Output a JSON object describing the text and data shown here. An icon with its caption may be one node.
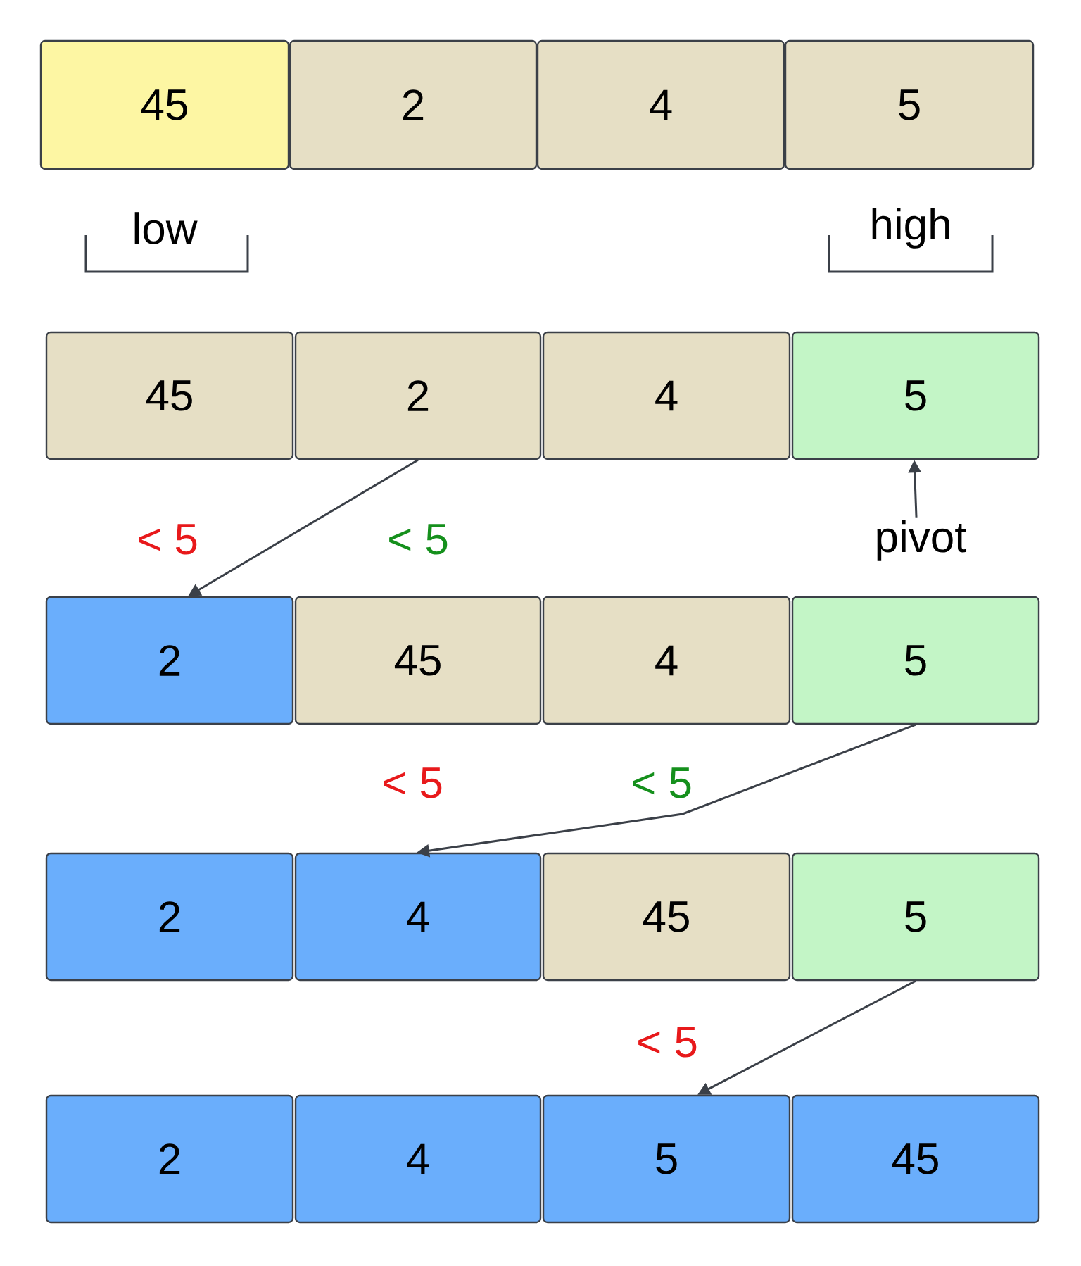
{
  "diagram": {
    "nodes": [
      {
        "text": [
          "45"
        ]
      },
      {
        "text": [
          "2"
        ]
      },
      {
        "text": [
          "4"
        ]
      },
      {
        "text": [
          "5"
        ]
      },
      {
        "text": [
          "45"
        ]
      },
      {
        "text": [
          "2"
        ]
      },
      {
        "text": [
          "4"
        ]
      },
      {
        "text": [
          "5"
        ]
      },
      {
        "text": [
          "pivot"
        ]
      },
      {
        "text": [
          "2"
        ]
      },
      {
        "text": [
          "45"
        ]
      },
      {
        "text": [
          "4"
        ]
      },
      {
        "text": [
          "5"
        ]
      },
      {
        "text": [
          "2"
        ]
      },
      {
        "text": [
          "4"
        ]
      },
      {
        "text": [
          "45"
        ]
      },
      {
        "text": [
          "5"
        ]
      },
      {
        "text": [
          "2"
        ]
      },
      {
        "text": [
          "4"
        ]
      },
      {
        "text": [
          "5"
        ]
      },
      {
        "text": [
          "45"
        ]
      }
    ],
    "edges": [
      {
        "from": 5,
        "to": 9,
        "arrow": "to"
      },
      {
        "from": 8,
        "to": 7,
        "arrow": "to"
      },
      {
        "from": 12,
        "to": 14,
        "arrow": "to"
      },
      {
        "from": 16,
        "to": 19,
        "arrow": "to"
      }
    ],
    "labels": [
      "low",
      "high",
      "< 5",
      "< 5",
      "< 5",
      "< 5",
      "< 5"
    ]
  }
}
